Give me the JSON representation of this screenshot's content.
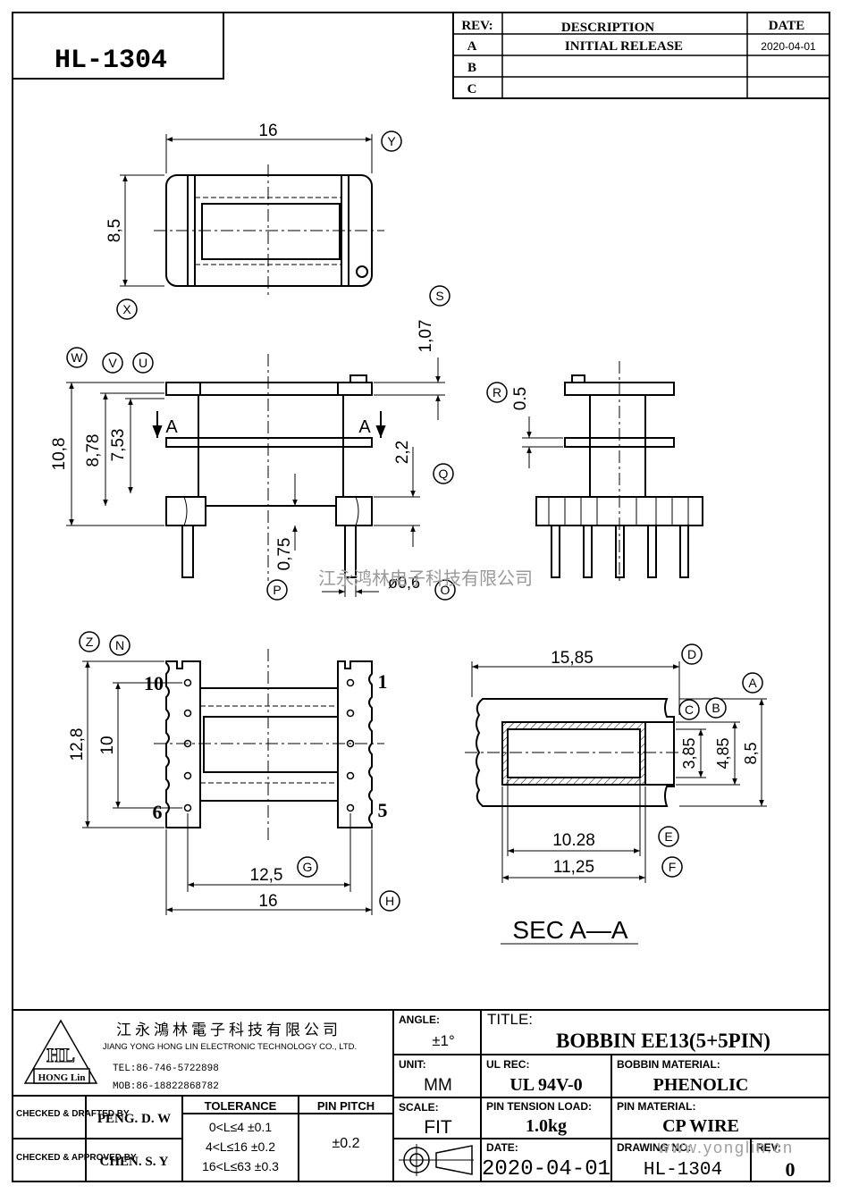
{
  "part_no": "HL-1304",
  "rev_table": {
    "headers": [
      "REV:",
      "DESCRIPTION",
      "DATE"
    ],
    "rows": [
      {
        "rev": "A",
        "description": "INITIAL RELEASE",
        "date": "2020-04-01"
      },
      {
        "rev": "B",
        "description": "",
        "date": ""
      },
      {
        "rev": "C",
        "description": "",
        "date": ""
      }
    ]
  },
  "dims": {
    "top_width": "16",
    "top_height": "8,5",
    "front_total_height": "10,8",
    "front_h2": "8,78",
    "front_h3": "7,53",
    "front_top_gap": "1,07",
    "front_flange_gap": "2,2",
    "pin_base": "0,75",
    "pin_dia": "ø0,6",
    "side_flange": "0.5",
    "bottom_height": "12,8",
    "bottom_pin_span": "10",
    "bottom_pitch": "12,5",
    "bottom_width": "16",
    "sec_width": "15,85",
    "sec_inner": "10.28",
    "sec_outer": "11,25",
    "sec_h1": "3,85",
    "sec_h2": "4,85",
    "sec_h3": "8,5",
    "section_label": "SEC A—A",
    "section_mark": "A"
  },
  "pins": {
    "p10": "10",
    "p1": "1",
    "p6": "6",
    "p5": "5"
  },
  "balloons": [
    "Y",
    "X",
    "W",
    "V",
    "U",
    "S",
    "R",
    "Q",
    "P",
    "O",
    "Z",
    "N",
    "D",
    "A",
    "C",
    "B",
    "E",
    "F",
    "G",
    "H"
  ],
  "watermark": "江永鸿林电子科技有限公司",
  "title_block": {
    "company_cn": "江永鴻林電子科技有限公司",
    "company_en": "JIANG YONG HONG LIN ELECTRONIC TECHNOLOGY CO., LTD.",
    "logo_letters": "HL",
    "logo_text": "HONG Lin",
    "tel": "TEL:86-746-5722898",
    "mob": "MOB:86-18822868782",
    "checked_drafted_label": "CHECKED & DRAFTED BY",
    "checked_drafted_by": "PENG. D. W",
    "checked_approved_label": "CHECKED & APPROVED BY",
    "checked_approved_by": "CHEN. S. Y",
    "tolerance_label": "TOLERANCE",
    "tolerances": [
      "0<L≤4   ±0.1",
      "4<L≤16  ±0.2",
      "16<L≤63 ±0.3"
    ],
    "pin_pitch_label": "PIN PITCH",
    "pin_pitch": "±0.2",
    "angle_label": "ANGLE:",
    "angle": "±1°",
    "unit_label": "UNIT:",
    "unit": "MM",
    "scale_label": "SCALE:",
    "scale": "FIT",
    "title_label": "TITLE:",
    "title": "BOBBIN EE13(5+5PIN)",
    "ul_label": "UL REC:",
    "ul": "UL 94V-0",
    "bobbin_material_label": "BOBBIN MATERIAL:",
    "bobbin_material": "PHENOLIC",
    "pin_tension_label": "PIN TENSION LOAD:",
    "pin_tension": "1.0kg",
    "pin_material_label": "PIN MATERIAL:",
    "pin_material": "CP WIRE",
    "date_label": "DATE:",
    "date": "2020-04-01",
    "drawing_no_label": "DRAWING NO:",
    "drawing_no": "HL-1304",
    "rev_label": "REV:",
    "rev": "0",
    "url": "www.yonglin.cn"
  }
}
